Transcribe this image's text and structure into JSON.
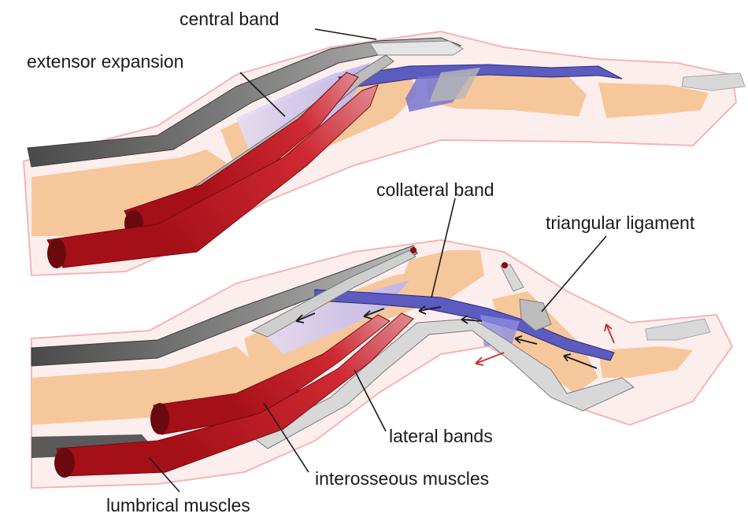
{
  "labels": {
    "central_band": "central band",
    "extensor_expansion": "extensor expansion",
    "collateral_band": "collateral band",
    "triangular_ligament": "triangular ligament",
    "lateral_bands": "lateral bands",
    "interosseous_muscles": "interosseous muscles",
    "lumbrical_muscles": "lumbrical muscles"
  },
  "colors": {
    "skin_outline": "#f6b4b4",
    "skin_fill": "#fdeeee",
    "bone": "#f7c79c",
    "tendon_dark": "#6b6b6b",
    "tendon_light": "#dcdcdc",
    "expansion": "#c9c5f2",
    "collateral": "#5b5bc0",
    "muscle": "#b8141c",
    "nail": "#d8d8d8",
    "motion_arrow": "#c82a2a"
  }
}
